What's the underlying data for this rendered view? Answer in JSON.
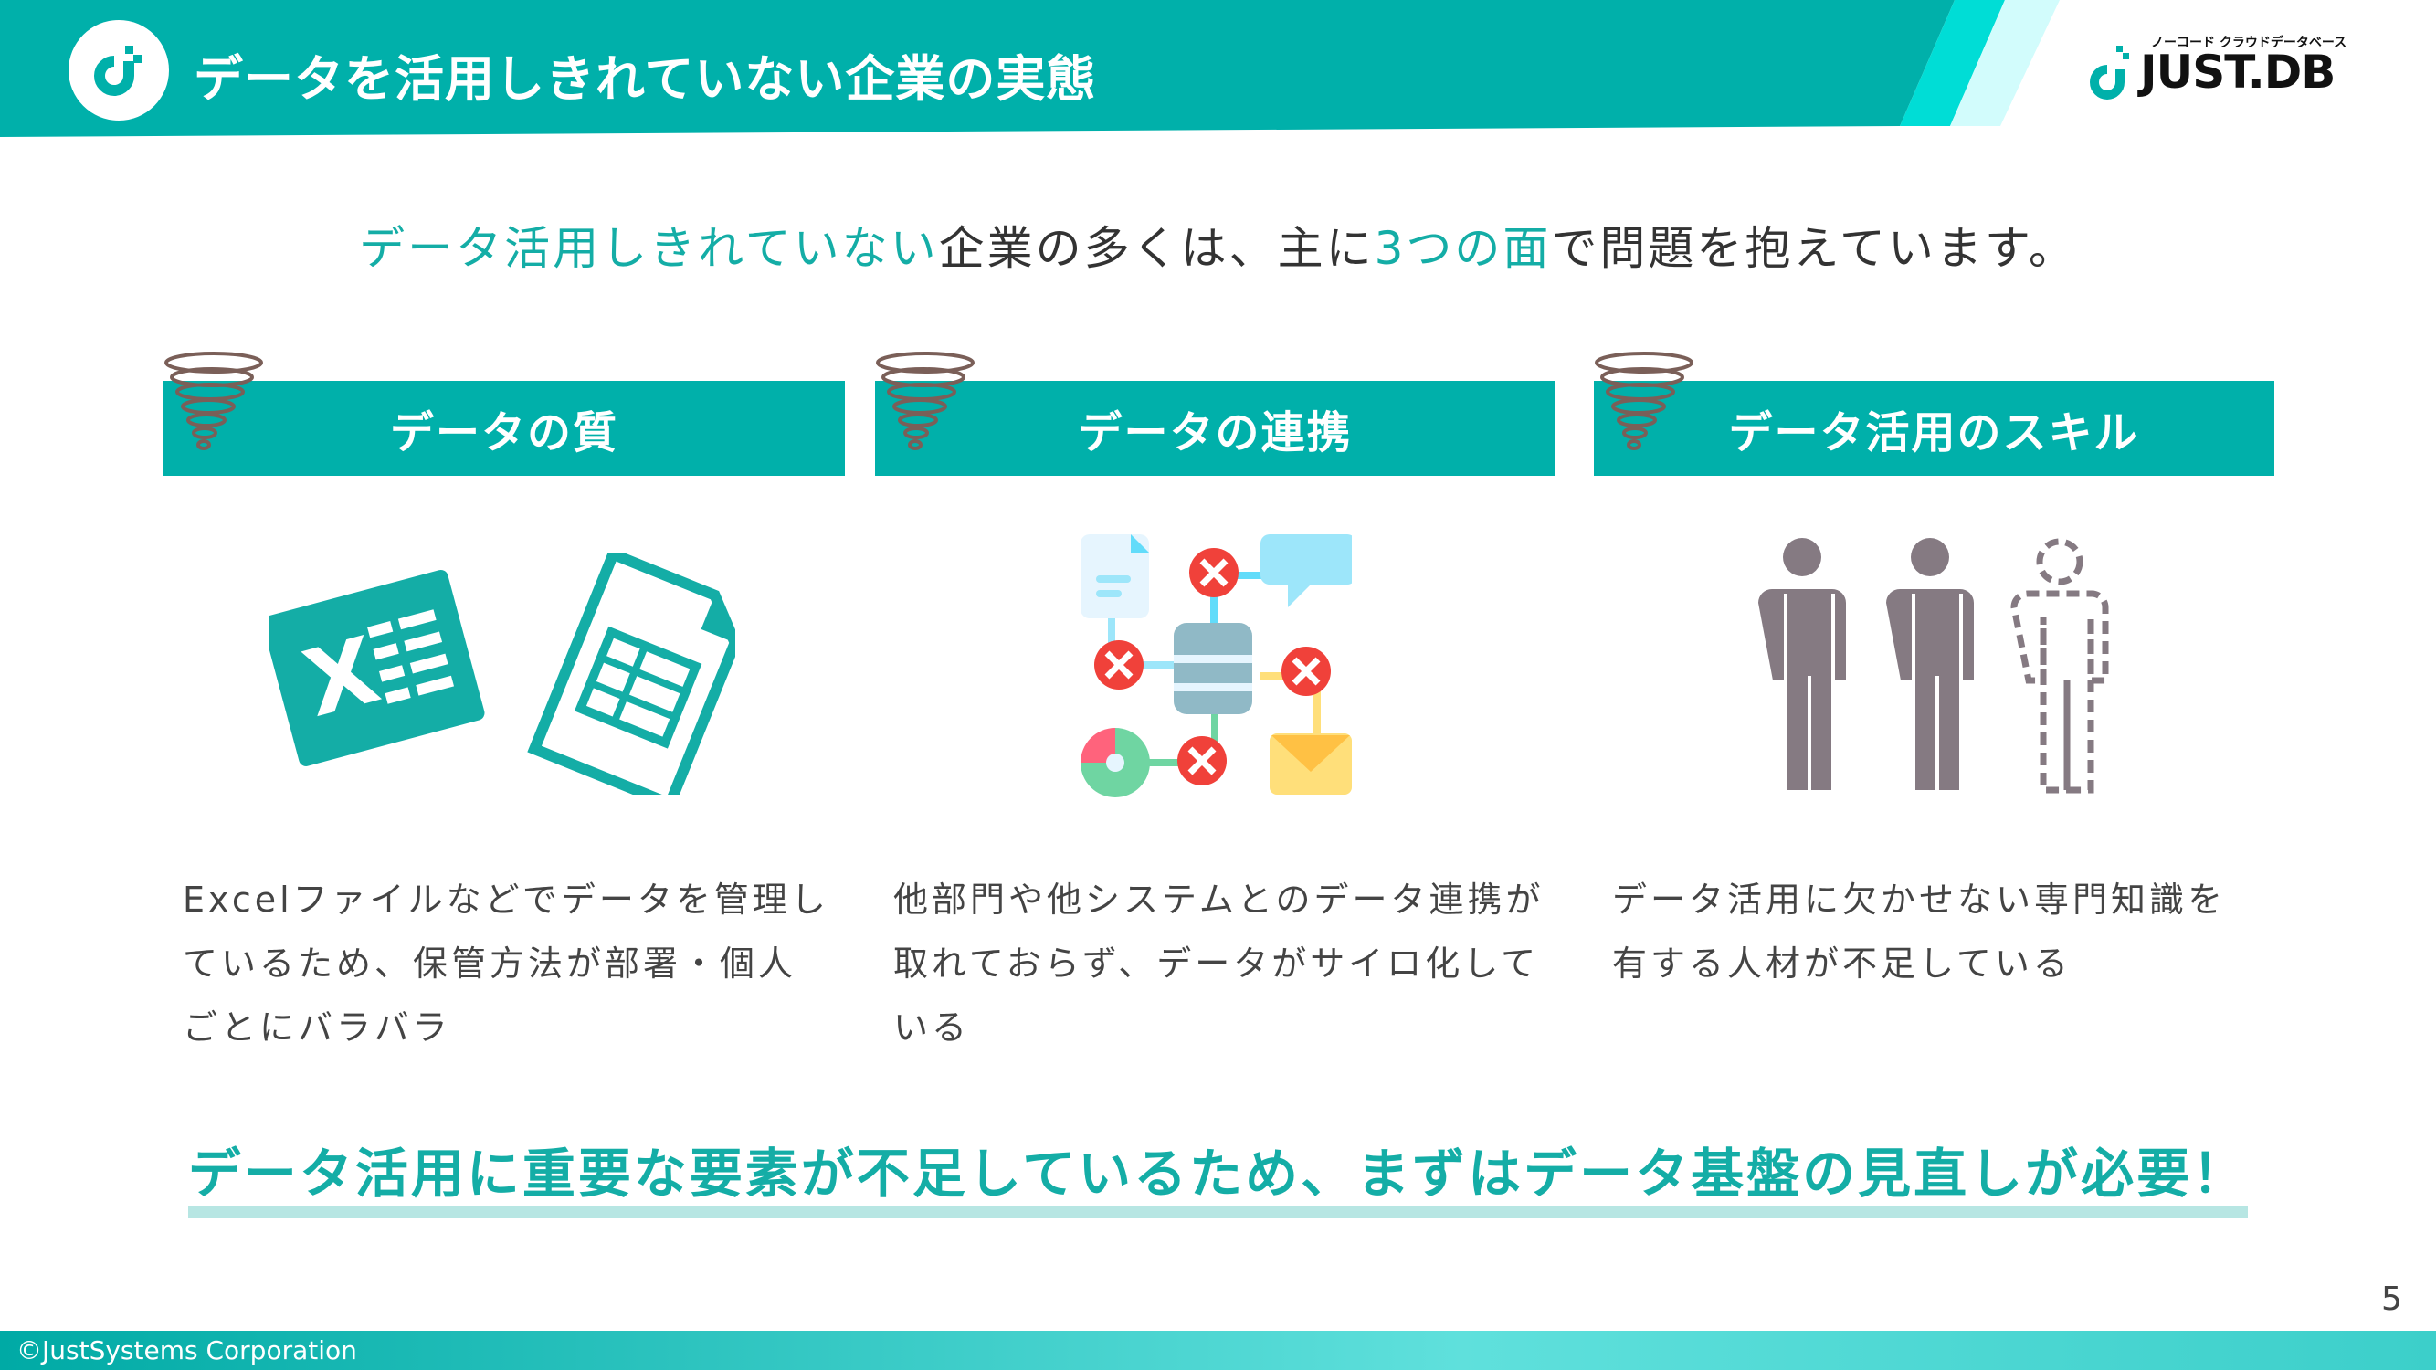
{
  "header": {
    "title": "データを活用しきれていない企業の実態",
    "brand_tagline": "ノーコード クラウドデータベース",
    "brand_name": "JUST.DB"
  },
  "subtitle": {
    "part1": "データ活用しきれていない",
    "part2": "企業の多くは、主に",
    "part3": "3つの面",
    "part4": "で問題を抱えています。"
  },
  "sections": [
    {
      "title": "データの質",
      "icon": "spreadsheet-files-icon",
      "lines": [
        "Excelファイルなどでデータを管理し",
        "ているため、保管方法が部署・個人",
        "ごとにバラバラ"
      ]
    },
    {
      "title": "データの連携",
      "icon": "broken-data-integration-icon",
      "lines": [
        "他部門や他システムとのデータ連携が",
        "取れておらず、データがサイロ化して",
        "いる"
      ]
    },
    {
      "title": "データ活用のスキル",
      "icon": "missing-person-icon",
      "lines": [
        "データ活用に欠かせない専門知識を",
        "有する人材が不足している"
      ]
    }
  ],
  "conclusion": "データ活用に重要な要素が不足しているため、まずはデータ基盤の見直しが必要！",
  "page_number": "5",
  "footer": "©JustSystems Corporation",
  "colors": {
    "accent": "#00b0aa",
    "cross": "#f0413a",
    "person": "#857a82"
  }
}
